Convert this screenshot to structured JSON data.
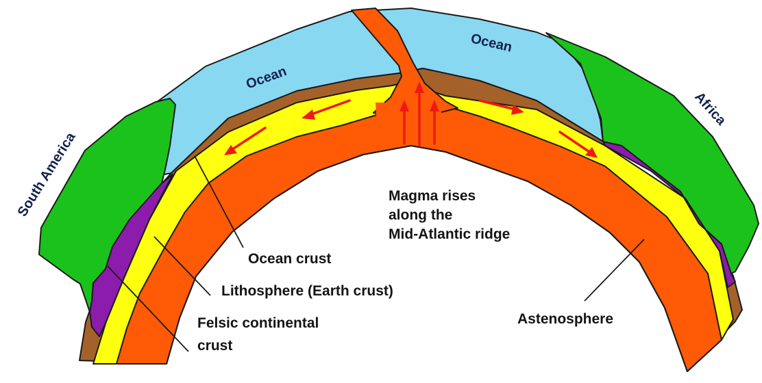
{
  "regions": {
    "ocean_left": "Ocean",
    "ocean_right": "Ocean",
    "continent_left": "South America",
    "continent_right": "Africa"
  },
  "labels": {
    "ocean_crust": "Ocean crust",
    "lithosphere": "Lithosphere (Earth crust)",
    "felsic_line1": "Felsic continental",
    "felsic_line2": "crust",
    "magma_line1": "Magma rises",
    "magma_line2": "along the",
    "magma_line3": "Mid-Atlantic ridge",
    "astenosphere": "Astenosphere"
  },
  "colors": {
    "ocean": "#88d8f2",
    "ocean_crust": "#a4622a",
    "lithosphere": "#ffff10",
    "astenosphere": "#ff5a06",
    "continent": "#1cc21c",
    "felsic_crust": "#8c1cac",
    "arrows": "#ee1a12"
  }
}
